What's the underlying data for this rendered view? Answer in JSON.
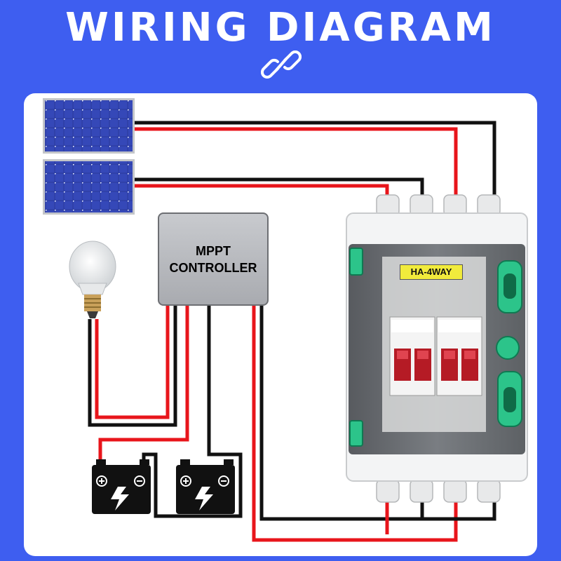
{
  "header": {
    "title": "WIRING DIAGRAM",
    "icon": "link-icon"
  },
  "controller": {
    "line1": "MPPT",
    "line2": "CONTROLLER"
  },
  "combiner_box": {
    "label": "HA-4WAY"
  },
  "colors": {
    "background": "#3e5ef0",
    "wire_positive": "#e8151b",
    "wire_negative": "#111111",
    "panel": "#ffffff"
  }
}
